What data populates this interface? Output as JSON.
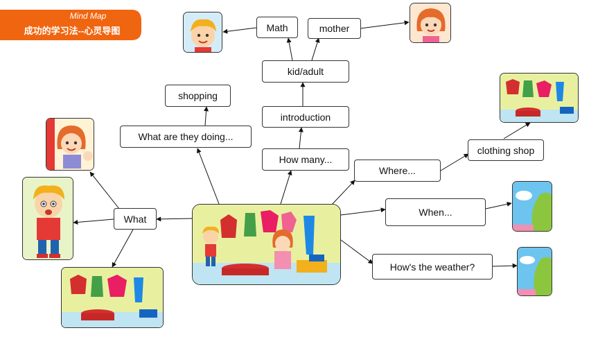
{
  "banner": {
    "title": "Mind Map",
    "subtitle": "成功的学习法--心灵导图",
    "color": "#f0650f"
  },
  "nodes": {
    "math": "Math",
    "mother": "mother",
    "kid_adult": "kid/adult",
    "introduction": "introduction",
    "shopping": "shopping",
    "what_doing": "What are they doing...",
    "how_many": "How many...",
    "where": "Where...",
    "clothing_shop": "clothing shop",
    "when": "When...",
    "weather": "How's the weather?",
    "what": "What"
  },
  "pictures": {
    "boy_top": "boy-portrait-icon",
    "girl_top": "girl-portrait-icon",
    "shop_top_right": "shop-scene-icon",
    "sky_when": "sky-tree-icon",
    "sky_weather": "sky-tree-icon",
    "girl_left": "girl-portrait-icon",
    "boy_left": "boy-portrait-icon",
    "shop_bottom_left": "shop-scene-icon",
    "central": "central-shop-scene-icon"
  }
}
